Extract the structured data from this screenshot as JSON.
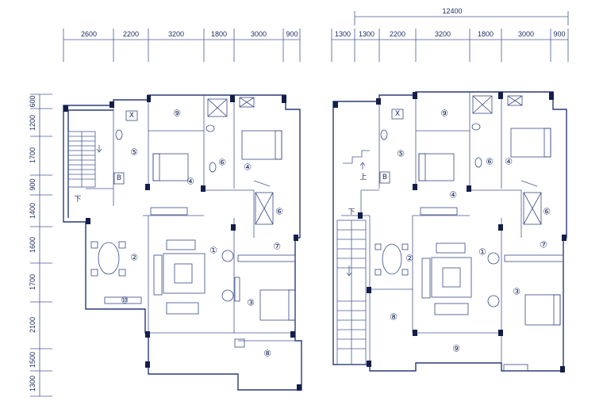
{
  "top_dimensions_left": [
    "2600",
    "2200",
    "3200",
    "1800",
    "3000",
    "900"
  ],
  "top_dimensions_right": [
    "1300",
    "1300",
    "2200",
    "3200",
    "1800",
    "3000",
    "900"
  ],
  "overall_dimension_right": "12400",
  "left_dimensions": [
    "600",
    "1200",
    "1700",
    "900",
    "1400",
    "1600",
    "1700",
    "2100",
    "1500",
    "1300"
  ],
  "room_numbers_left": [
    "①",
    "②",
    "③",
    "④",
    "④",
    "⑤",
    "⑥",
    "⑥",
    "⑦",
    "⑧",
    "⑨",
    "⑩"
  ],
  "room_numbers_right": [
    "①",
    "②",
    "③",
    "④",
    "④",
    "⑤",
    "⑥",
    "⑥",
    "⑦",
    "⑧",
    "⑨",
    "⑨"
  ],
  "stair_label_down": "下",
  "stair_label_up": "上",
  "fixture_x": "X",
  "fixture_b": "B",
  "colors": {
    "line": "#2a3a78",
    "column": "#141e4a",
    "text": "#1a2a5e"
  }
}
